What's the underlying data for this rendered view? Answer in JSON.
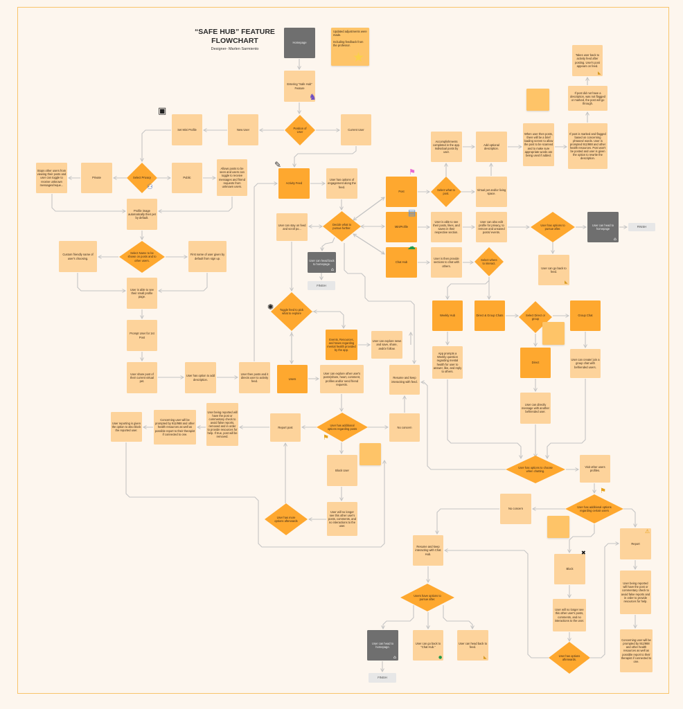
{
  "title": "“SAFE HUB” FEATURE FLOWCHART",
  "designer": "Designer- Marlen Sarmiento",
  "colors": {
    "background": "#fdf6ee",
    "light_box": "#fdd39b",
    "accent_box": "#fea82f",
    "decision": "#fea82f",
    "terminal_box": "#6f6f6f",
    "finish": "#e7e7e7",
    "sticky": "#fec468",
    "connector": "#c4c4c4"
  },
  "nodes": {
    "homepage": "Homepage",
    "sticky_main": "Updated adjustments were made.\n\nIncluding feedback from the professor.",
    "entering": "Entering “Safe Hub” Feature",
    "position": "Position of User",
    "new_user": "New User",
    "current_user": "Current User",
    "mini_profile_set": "Set Mini Profile",
    "select_privacy": "Select Privacy",
    "private": "Private",
    "public": "Public",
    "stops_others": "Stops other users from viewing their posts and user can toggle to receive unknown messages/reque...",
    "allows_posts": "Allows posts to be seen and users can toggle to receive messages and friend requests from unknown users.",
    "profile_image": "Profile image automatically their pet by default.",
    "select_name": "Select Name to be shown on posts and to other users.",
    "custom_name": "Custom friendly name of user's choosing.",
    "first_name": "First name of user given by default from sign up.",
    "small_profile": "User is able to see their small profile page.",
    "prompt_first_post": "Prompt User for 1st Post",
    "share_post": "User share post of their current virtual pet.",
    "option_description": "User has option to add description.",
    "then_posts": "User then posts and it directs user to activity feed.",
    "activity_feed": "Activity Feed",
    "engagement_options": "User has options of engagement along the feed.",
    "decide": "Decide what to pursue further.",
    "stay_feed": "User can stay on feed and scroll po...",
    "head_homepage_1": "User can head back to homepage.",
    "finish_1": "FINISH",
    "post": "Post",
    "mini_profile": "MiniProfile",
    "chat_hub": "Chat Hub",
    "select_post": "Select what to post.",
    "virtual_pet": "Virtual pet and/or living space.",
    "accomplishments": "Accomplishments completed in the app. Individual posts by user.",
    "add_optional": "Add optional description.",
    "loading_screen": "When user then posts, there will be a brief loading screen to allow the post to be scanned and to make sure appropriate words are being used if added.",
    "flagged_post": "If post is marked and flagged based on concerning phrases/ words. User is prompted 911/988 and other health resources. Post won't be posted and user is given the option to rewrite the description.",
    "not_flagged": "If post did not have a description, was not flagged or marked, the post will go through.",
    "back_to_feed_post": "Takes user back to activity feed after posting. User's post appears on feed.",
    "see_posts": "User is able to see their posts, likes, and saves in their respective section.",
    "edit_profile": "User can also edit profile for privacy, to remove and unsaved posts/ events.",
    "options_after_1": "User has options to pursue after.",
    "head_homepage_2": "User can head to homepage",
    "finish_2": "FINISH",
    "go_back_feed_1": "User can go back to feed.",
    "chat_sections": "User is then provide sections to chat with others.",
    "select_interact": "Select where to interact.",
    "weekly_hub": "Weekly Hub",
    "direct_group": "Direct & Group Chats",
    "select_direct_group": "Select Direct or group",
    "group_chat": "Group Chat",
    "weekly_prompt": "App prompts a Weekly question regarding mental health for user to answer, like, and reply to others.",
    "direct": "Direct",
    "create_group": "User can create/ join a group chat with befriended users.",
    "direct_message": "User can directly message with another befriended user.",
    "choose_chatting": "User has options to choose when chatting.",
    "visit_profiles": "Visit other users profiles.",
    "certain_users": "User has additional options regarding certain users",
    "no_concern_2": "No concern",
    "report_2": "Report",
    "block_2": "Block",
    "no_longer_2": "User will no longer see this other user's posts, comments, and no interactions to the user.",
    "afterwards_2": "User has options afterwards.",
    "reported_check_2": "User being reported will have the post or commentary check to avoid false reports and in order to provide resources for help.",
    "concerning_2": "Concerning user will be prompted by 911/988 and other health resources as well as possible report to their therapist if connected to one.",
    "resume_chat": "Resume and keep interacting with Chat Hub.",
    "options_after_2": "Users have options to pursue after.",
    "head_homepage_3": "User can head to homepage.",
    "finish_3": "FINISH",
    "go_back_chat": "User can go back to “Chat Hub.”",
    "head_back_feed": "User can head back to feed.",
    "toggle_feed": "Toggle feed to pick what to explore",
    "events": "Events, Resources, and News regarding mental health provided by the app.",
    "explore_news": "User can explore news and save, share, and/or follow.",
    "users": "Users",
    "explore_users": "User can explore other user's posts(share, heart, comment, profiles and/or send friend requests.",
    "resume_feed": "Resume and keep interacting with feed.",
    "post_options": "User has additional options regarding posts",
    "report_post": "Report post",
    "no_concern_1": "No concern",
    "block_user": "Block User",
    "no_longer_1": "User will no longer see this other user's posts, comments, and no interactions to the user.",
    "afterwards_1": "User has more options afterwards",
    "reported_check_1": "User being reported will have the post or commentary check to avoid false reports, removed and in order to provide resources for help. If true, post will be removed.",
    "concerning_1": "Concerning user will be prompted by 911/988 and other health resources as well as possible report to their therapist if connected to one.",
    "reporting_block": "User reporting is given the option to also block the reported user.",
    "sticky_a": "",
    "sticky_b": "",
    "sticky_c": "",
    "sticky_d": ""
  },
  "stickers": [
    "star-icon",
    "cat-sticker-icon",
    "portrait-frame-icon",
    "sunglasses-icon",
    "pencil-sticker-icon",
    "flag-pin-icon",
    "notepad-icon",
    "chat-bubbles-icon",
    "home-icon",
    "shoe-icon",
    "disco-ball-icon",
    "flag-icon",
    "close-x-icon",
    "warning-icon"
  ]
}
